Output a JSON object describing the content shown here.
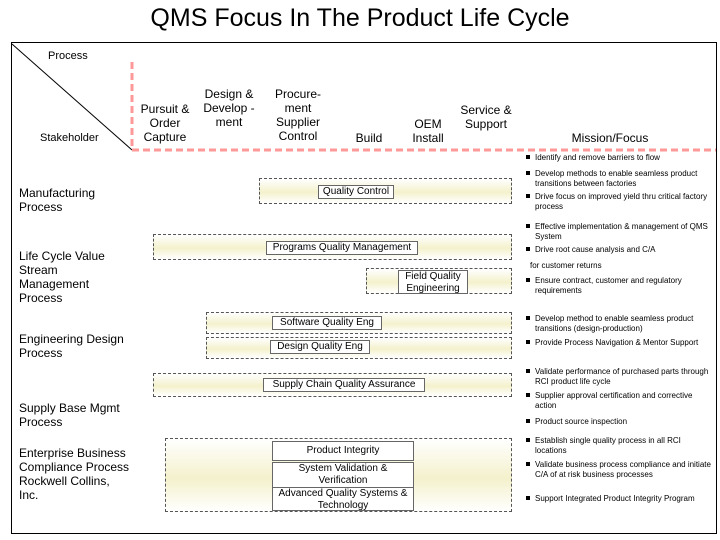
{
  "title": "QMS Focus In  The Product Life Cycle",
  "corner": {
    "top": "Process",
    "bottom": "Stakeholder"
  },
  "columns": [
    "Pursuit & Order Capture",
    "Design & Develop -ment",
    "Procure- ment Supplier Control",
    "Build",
    "OEM Install",
    "Service & Support",
    "Mission/Focus"
  ],
  "rows": [
    "Manufacturing Process",
    "Life Cycle Value Stream Management Process",
    "Engineering Design Process",
    "Supply Base Mgmt Process",
    "Enterprise Business Compliance Process Rockwell Collins, Inc."
  ],
  "bars": [
    "Quality Control",
    "Programs Quality Management",
    "Field Quality Engineering",
    "Software Quality Eng",
    "Design Quality Eng",
    "Supply Chain Quality Assurance",
    "Product Integrity",
    "System Validation & Verification",
    "Advanced Quality Systems & Technology"
  ],
  "mission": [
    "Identify and remove barriers to flow",
    "Develop methods to enable seamless product transitions between factories",
    "Drive focus on improved yield thru critical factory process",
    "Effective implementation & management of QMS System",
    "Drive root cause analysis and C/A",
    "Ensure contract, customer and regulatory requirements",
    "Develop method to enable seamless product transitions (design-production)",
    "Provide Process Navigation & Mentor Support",
    "Validate performance of purchased parts through RCI product life cycle",
    "Supplier approval certification and corrective action",
    "Product source inspection",
    "Establish single quality process in all RCI locations",
    "Validate business process compliance and initiate C/A of at risk business processes",
    "Support Integrated Product Integrity Program"
  ],
  "mission_note": "for customer returns",
  "colors": {
    "bar_fill": "#f4f1cc",
    "divider": "#ff9999"
  }
}
